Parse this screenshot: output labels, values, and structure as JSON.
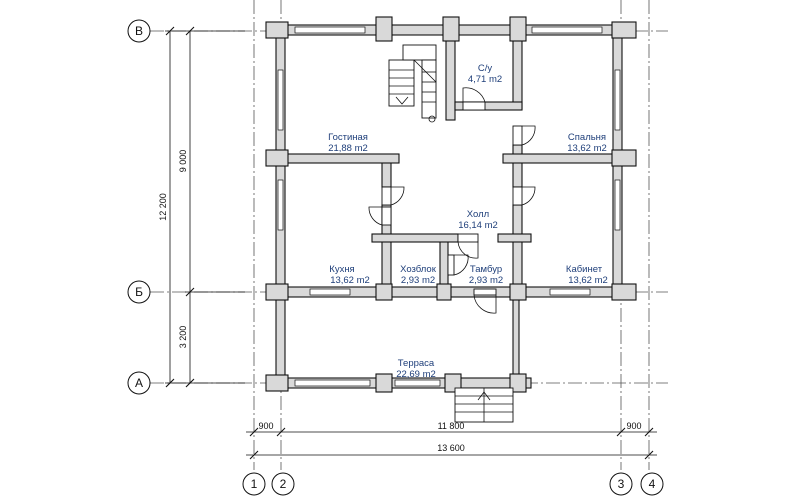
{
  "axes": {
    "horizontal": [
      "В",
      "Б",
      "А"
    ],
    "vertical": [
      "1",
      "2",
      "3",
      "4"
    ]
  },
  "rooms": [
    {
      "id": "bathroom",
      "name": "С/у",
      "area": "4,71 m2"
    },
    {
      "id": "living",
      "name": "Гостиная",
      "area": "21,88 m2"
    },
    {
      "id": "bedroom",
      "name": "Спальня",
      "area": "13,62 m2"
    },
    {
      "id": "hall",
      "name": "Холл",
      "area": "16,14 m2"
    },
    {
      "id": "kitchen",
      "name": "Кухня",
      "area": "13,62 m2"
    },
    {
      "id": "utility",
      "name": "Хозблок",
      "area": "2,93 m2"
    },
    {
      "id": "vestibule",
      "name": "Тамбур",
      "area": "2,93 m2"
    },
    {
      "id": "office",
      "name": "Кабинет",
      "area": "13,62 m2"
    },
    {
      "id": "terrace",
      "name": "Терраса",
      "area": "22,69 m2"
    }
  ],
  "dimensions": {
    "vertical_total": "12 200",
    "vertical_upper": "9 000",
    "vertical_lower": "3 200",
    "left_offset": "900",
    "middle_span": "11 800",
    "right_offset": "900",
    "overall_width": "13 600"
  }
}
